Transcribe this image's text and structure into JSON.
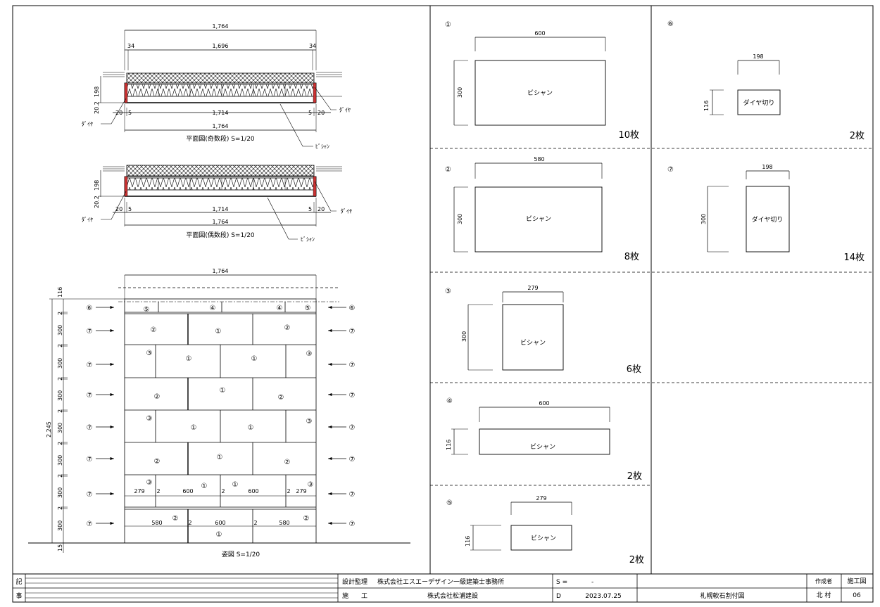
{
  "plan_odd": {
    "dim_total_top": "1,764",
    "dim_34_left": "34",
    "dim_inner": "1,696",
    "dim_34_right": "34",
    "dim_20_2": "20.2",
    "dim_198": "198",
    "dim_20_left": "20",
    "dim_5_left": "5",
    "dim_1714": "1,714",
    "dim_5_right": "5",
    "dim_20_right": "20",
    "dim_total_bottom": "1,764",
    "label_diya_left": "ﾀﾞｲﾔ",
    "label_diya_right": "ﾀﾞｲﾔ",
    "label_bishan": "ﾋﾞｼｬﾝ",
    "caption": "平面図(奇数段) S=1/20"
  },
  "plan_even": {
    "dim_20_2": "20.2",
    "dim_198": "198",
    "dim_20_left": "20",
    "dim_5_left": "5",
    "dim_1714": "1,714",
    "dim_5_right": "5",
    "dim_20_right": "20",
    "dim_total_bottom": "1,764",
    "label_diya_left": "ﾀﾞｲﾔ",
    "label_diya_right": "ﾀﾞｲﾔ",
    "label_bishan": "ﾋﾞｼｬﾝ",
    "caption": "平面図(偶数段) S=1/20"
  },
  "elevation": {
    "dim_top": "1,764",
    "dim_total_height": "2,245",
    "left_dims": [
      "116",
      "2",
      "300",
      "2",
      "300",
      "2",
      "300",
      "2",
      "300",
      "2",
      "300",
      "2",
      "300",
      "2",
      "300",
      "15"
    ],
    "row_markers": [
      "⑥",
      "⑦",
      "⑦",
      "⑦",
      "⑦",
      "⑦",
      "⑦",
      "⑦"
    ],
    "top_row_labels": [
      "⑤",
      "④",
      "④",
      "⑤"
    ],
    "row1": [
      "②",
      "①",
      "②"
    ],
    "row2": [
      "③",
      "①",
      "①",
      "③"
    ],
    "row3": [
      "②",
      "①",
      "②"
    ],
    "row4": [
      "③",
      "①",
      "①",
      "③"
    ],
    "row5": [
      "②",
      "①",
      "②"
    ],
    "row6_labels": [
      "③",
      "①",
      "①",
      "③"
    ],
    "row6_dims": [
      "279",
      "2",
      "600",
      "2",
      "600",
      "2",
      "279"
    ],
    "row7_labels": [
      "②",
      "①",
      "②"
    ],
    "row7_dims": [
      "580",
      "2",
      "600",
      "2",
      "580"
    ],
    "caption": "姿図 S=1/20"
  },
  "pieces": [
    {
      "num": "①",
      "width": "600",
      "height": "300",
      "label": "ビシャン",
      "count": "10枚"
    },
    {
      "num": "②",
      "width": "580",
      "height": "300",
      "label": "ビシャン",
      "count": "8枚"
    },
    {
      "num": "③",
      "width": "279",
      "height": "300",
      "label": "ビシャン",
      "count": "6枚"
    },
    {
      "num": "④",
      "width": "600",
      "height": "116",
      "label": "ビシャン",
      "count": "2枚"
    },
    {
      "num": "⑤",
      "width": "279",
      "height": "116",
      "label": "ビシャン",
      "count": "2枚"
    },
    {
      "num": "⑥",
      "width": "198",
      "height": "116",
      "label": "ダイヤ切り",
      "count": "2枚"
    },
    {
      "num": "⑦",
      "width": "198",
      "height": "300",
      "label": "ダイヤ切り",
      "count": "14枚"
    }
  ],
  "title_block": {
    "ki": "記",
    "ji": "事",
    "supervisor_label": "設計監理",
    "supervisor": "株式会社エスエーデザイン一級建築士事務所",
    "builder_label": "施　　工",
    "builder": "株式会社松浦建設",
    "scale_label": "S =",
    "scale_value": "-",
    "date_label": "D",
    "date_value": "2023.07.25",
    "drawing_name": "札幌軟石割付図",
    "author_label": "作成者",
    "author": "北 村",
    "sheet_label": "施工図",
    "sheet_no": "06"
  }
}
